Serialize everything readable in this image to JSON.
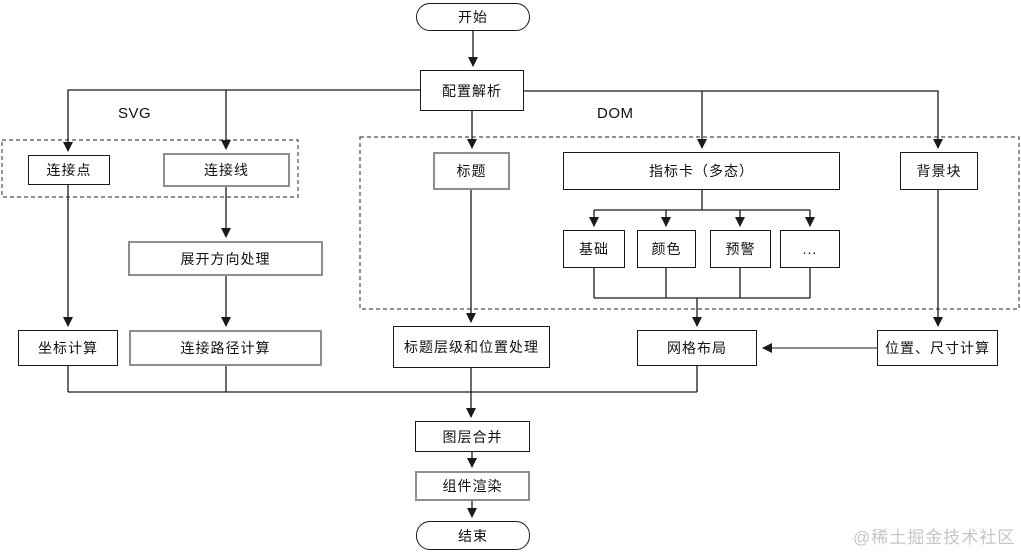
{
  "diagram": {
    "nodes": {
      "start": "开始",
      "config_parse": "配置解析",
      "connect_point": "连接点",
      "connect_line": "连接线",
      "title": "标题",
      "indicator_card": "指标卡（多态）",
      "background_block": "背景块",
      "basic": "基础",
      "color": "颜色",
      "warning": "预警",
      "more": "...",
      "expand_direction": "展开方向处理",
      "coord_calc": "坐标计算",
      "connect_path_calc": "连接路径计算",
      "title_level_pos": "标题层级和位置处理",
      "grid_layout": "网格布局",
      "pos_size_calc": "位置、尺寸计算",
      "layer_merge": "图层合并",
      "component_render": "组件渲染",
      "end": "结束"
    },
    "groups": {
      "svg_label": "SVG",
      "dom_label": "DOM"
    },
    "watermark": "@稀土掘金技术社区",
    "colors": {
      "line": "#1a1a1a",
      "gray_border": "#8f8f8f",
      "dashed_border": "#4d4d4d",
      "watermark": "#c6c6c6"
    }
  }
}
